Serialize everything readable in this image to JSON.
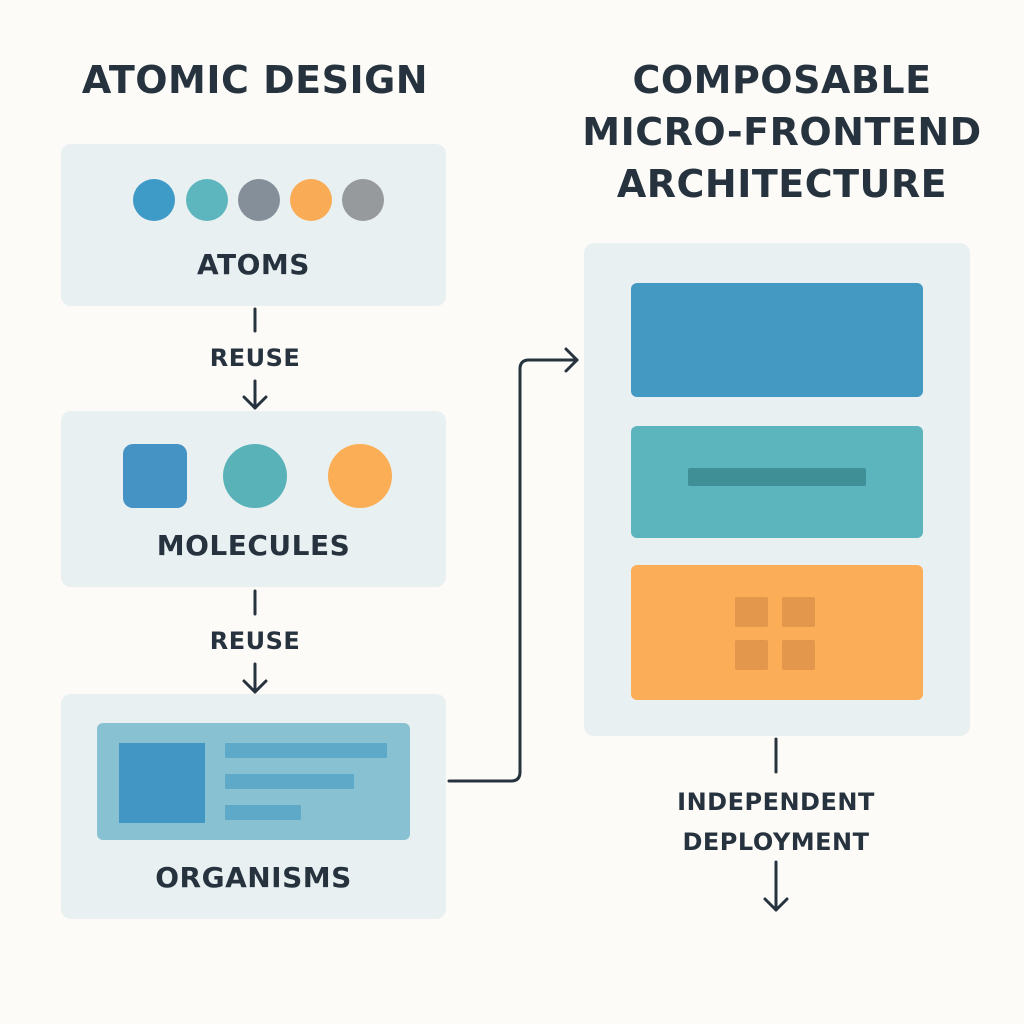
{
  "left_title": "ATOMIC DESIGN",
  "right_title": [
    "COMPOSABLE",
    "MICRO-FRONTEND",
    "ARCHITECTURE"
  ],
  "atoms": {
    "label": "ATOMS",
    "dot_colors": [
      "#3e9ac7",
      "#5db6bd",
      "#858f99",
      "#f9ac55",
      "#969a9c"
    ]
  },
  "molecules": {
    "label": "MOLECULES",
    "shapes": [
      {
        "icon": "rounded-square-icon",
        "color": "#4493c4"
      },
      {
        "icon": "circle-icon",
        "color": "#59b2b8"
      },
      {
        "icon": "circle-icon",
        "color": "#fbae55"
      }
    ]
  },
  "organisms": {
    "label": "ORGANISMS",
    "card_color": "#88c1d1"
  },
  "flow": {
    "reuse_1": "REUSE",
    "reuse_2": "REUSE",
    "deployment": [
      "INDEPENDENT",
      "DEPLOYMENT"
    ]
  },
  "composed": {
    "block_colors": [
      "#4499c3",
      "#5cb5bc",
      "#fbad57"
    ]
  }
}
